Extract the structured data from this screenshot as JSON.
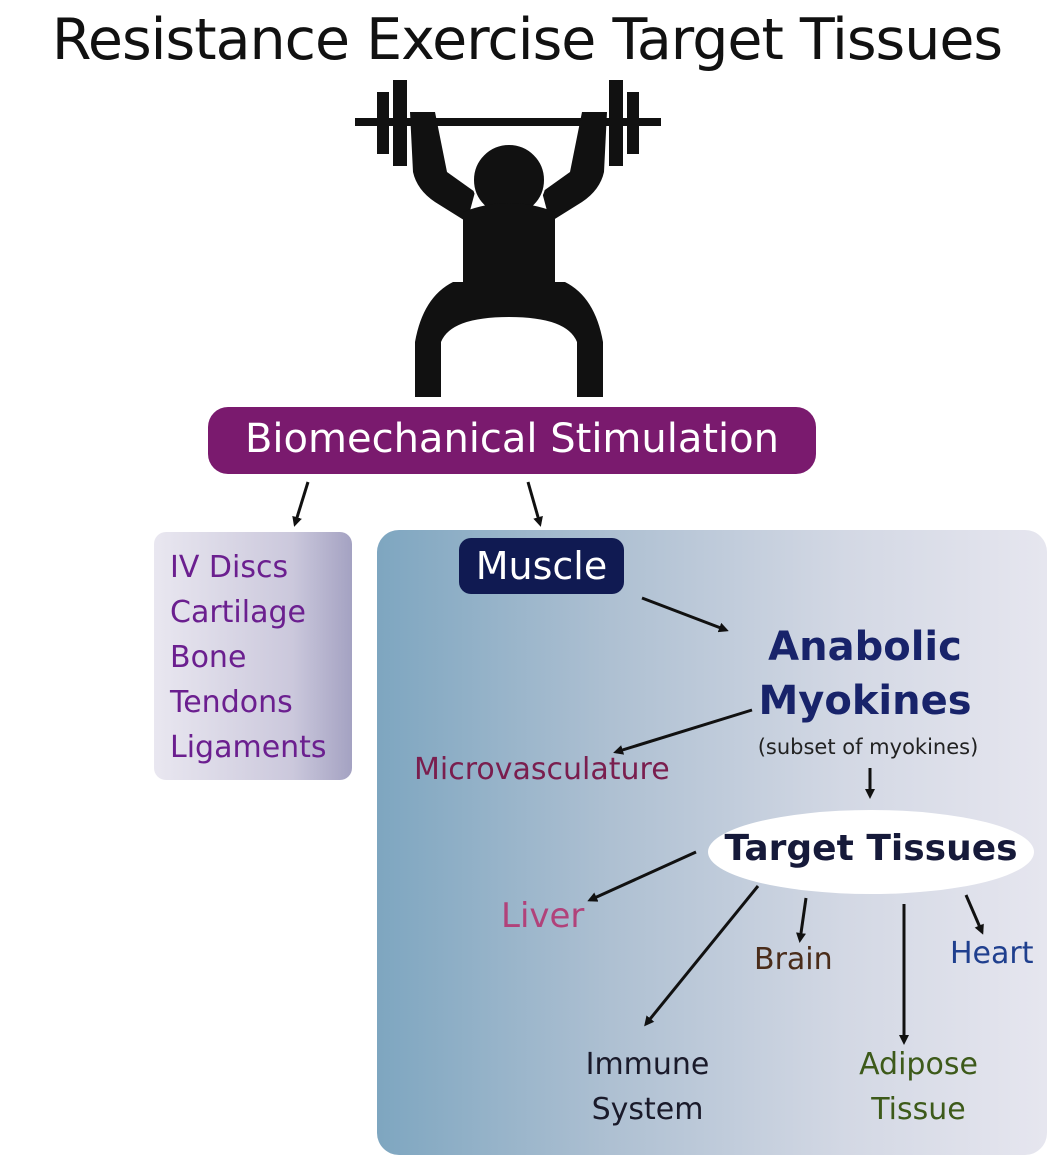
{
  "title": "Resistance Exercise Target Tissues",
  "stimulation_label": "Biomechanical Stimulation",
  "connective_tissues": [
    "IV Discs",
    "Cartilage",
    "Bone",
    "Tendons",
    "Ligaments"
  ],
  "muscle_label": "Muscle",
  "myokines": {
    "line1": "Anabolic",
    "line2": "Myokines",
    "subtitle": "(subset of myokines)"
  },
  "microvasculature_label": "Microvasculature",
  "target_tissues_label": "Target Tissues",
  "targets": {
    "liver": "Liver",
    "brain": "Brain",
    "heart": "Heart",
    "immune_line1": "Immune",
    "immune_line2": "System",
    "adipose_line1": "Adipose",
    "adipose_line2": "Tissue"
  },
  "icons": [
    "weightlifter-icon"
  ],
  "colors": {
    "stimulation_bg": "#7a1a6e",
    "muscle_bg": "#101a52",
    "connective_text": "#6b1f8f",
    "myokine_text": "#18236a",
    "liver_text": "#b1427a",
    "brain_text": "#4a2c1a",
    "heart_text": "#1f3f8e",
    "adipose_text": "#3d5a1a",
    "microvasculature_text": "#7a1e4e"
  }
}
